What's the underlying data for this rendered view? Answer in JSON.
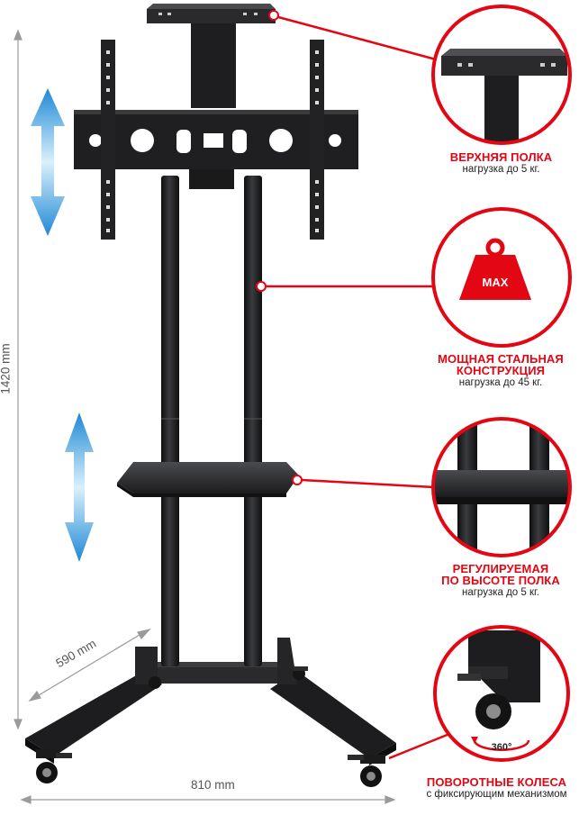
{
  "dimensions": {
    "height_label": "1420 mm",
    "depth_label": "590 mm",
    "width_label": "810 mm"
  },
  "callouts": [
    {
      "title_lines": [
        "ВЕРХНЯЯ ПОЛКА"
      ],
      "subtitle": "нагрузка до 5 кг."
    },
    {
      "title_lines": [
        "МОЩНАЯ СТАЛЬНАЯ",
        "КОНСТРУКЦИЯ"
      ],
      "subtitle": "нагрузка до 45 кг.",
      "badge": "MAX"
    },
    {
      "title_lines": [
        "РЕГУЛИРУЕМАЯ",
        "ПО ВЫСОТЕ ПОЛКА"
      ],
      "subtitle": "нагрузка до 5 кг."
    },
    {
      "title_lines": [
        "ПОВОРОТНЫЕ КОЛЕСА"
      ],
      "subtitle": "с фиксирующим механизмом",
      "badge": "360°"
    }
  ],
  "colors": {
    "accent": "#e30613",
    "steel": "#1f1f21",
    "arrow": "#2ea3dc",
    "dimension_line": "#9a9a9a"
  },
  "icons": [
    "height-adjust-arrow-icon",
    "weight-max-icon",
    "rotate-360-icon"
  ]
}
